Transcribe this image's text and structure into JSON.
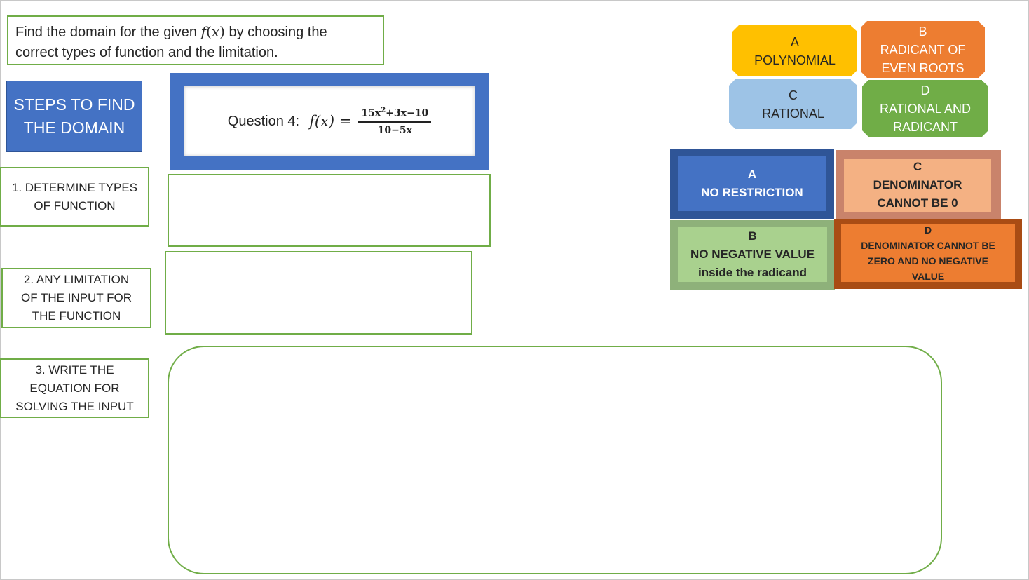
{
  "instruction": {
    "pre": "Find the domain for the given ",
    "fx": "f",
    "fx_paren_open": "(",
    "fx_var": "x",
    "fx_paren_close": ")",
    "post_line1": " by choosing the",
    "line2": "correct types of function and the limitation."
  },
  "steps_header": {
    "line1": "STEPS TO FIND",
    "line2": "THE DOMAIN"
  },
  "question": {
    "label": "Question 4:",
    "fx": "f(x) =",
    "numerator_a": "15x",
    "numerator_exp": "2",
    "numerator_b": "+3x−10",
    "denominator": "10−5x"
  },
  "steps": [
    {
      "line1": "1.  DETERMINE TYPES",
      "line2": "OF FUNCTION",
      "line3": ""
    },
    {
      "line1": "2.  ANY LIMITATION",
      "line2": "OF THE INPUT FOR",
      "line3": "THE FUNCTION"
    },
    {
      "line1": "3.  WRITE THE",
      "line2": "EQUATION FOR",
      "line3": "SOLVING THE INPUT"
    }
  ],
  "function_types": [
    {
      "letter": "A",
      "line1": "POLYNOMIAL",
      "line2": ""
    },
    {
      "letter": "B",
      "line1": "RADICANT OF",
      "line2": "EVEN ROOTS"
    },
    {
      "letter": "C",
      "line1": "RATIONAL",
      "line2": ""
    },
    {
      "letter": "D",
      "line1": "RATIONAL AND",
      "line2": "RADICANT"
    }
  ],
  "limitations": [
    {
      "letter": "A",
      "line1": "NO RESTRICTION",
      "line2": ""
    },
    {
      "letter": "C",
      "line1": "DENOMINATOR",
      "line2": "CANNOT BE 0"
    },
    {
      "letter": "B",
      "line1": "NO NEGATIVE VALUE",
      "line2": "inside the radicand"
    },
    {
      "letter": "D",
      "line1": "DENOMINATOR CANNOT BE",
      "line2": "ZERO AND NO NEGATIVE",
      "line3": "VALUE"
    }
  ],
  "colors": {
    "green_border": "#70ad47",
    "blue": "#4472c4",
    "yellow": "#ffc000",
    "orange": "#ed7d31",
    "light_blue": "#9dc3e6",
    "peach": "#f4b183",
    "light_green": "#a9d18e"
  }
}
